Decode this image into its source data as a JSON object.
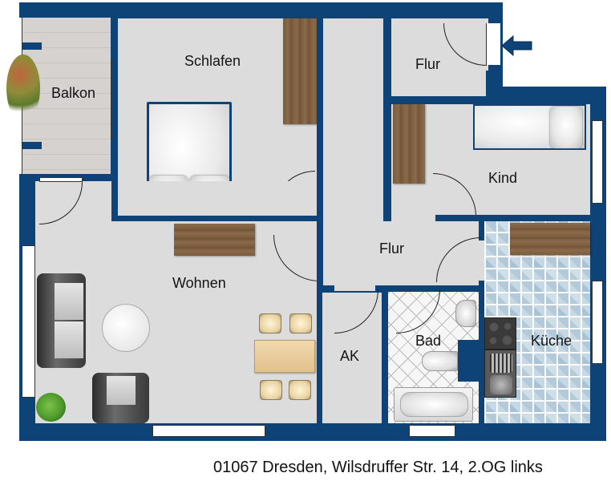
{
  "floorplan": {
    "rooms": {
      "balkon": "Balkon",
      "schlafen": "Schlafen",
      "flur_top": "Flur",
      "kind": "Kind",
      "flur_center": "Flur",
      "wohnen": "Wohnen",
      "ak": "AK",
      "bad": "Bad",
      "kueche": "Küche"
    },
    "entrance_marker": "entrance-arrow",
    "colors": {
      "wall": "#0d4377",
      "floor": "#dcdcdc",
      "wood": "#7a5b3c",
      "kitchen_tile": "#b3cada"
    }
  },
  "caption": {
    "address": "01067 Dresden, Wilsdruffer Str. 14, 2.OG links"
  }
}
